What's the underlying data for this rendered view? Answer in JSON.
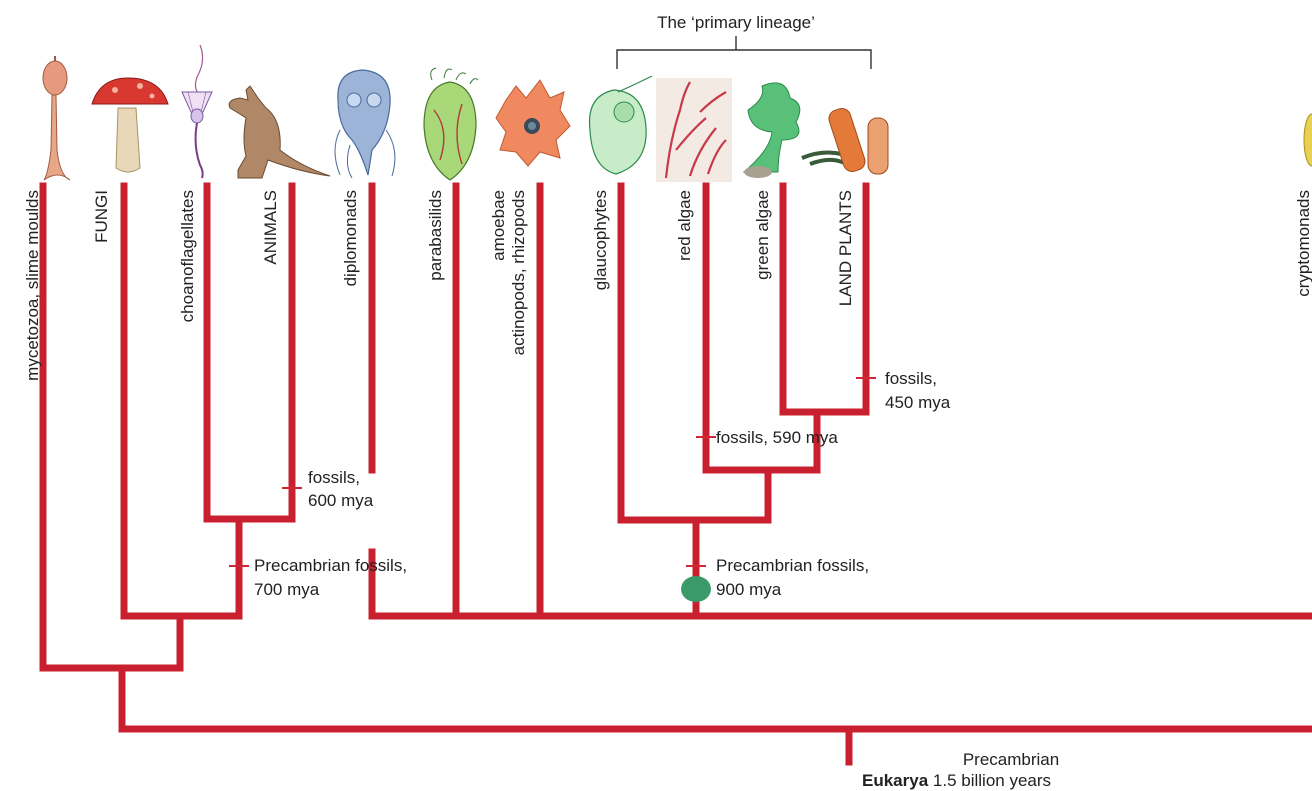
{
  "bracket_label": "The ‘primary lineage’",
  "taxa": {
    "mycetozoa": "mycetozoa, slime moulds",
    "fungi": "FUNGI",
    "choanoflagellates": "choanoflagellates",
    "animals": "ANIMALS",
    "diplomonads": "diplomonads",
    "parabasilids": "parabasilids",
    "amoebae_1": "amoebae",
    "amoebae_2": "actinopods, rhizopods",
    "glaucophytes": "glaucophytes",
    "red_algae": "red algae",
    "green_algae": "green algae",
    "land_plants": "LAND PLANTS",
    "cryptomonads_partial": "cryptomonads"
  },
  "fossil_notes": {
    "animals_1": "fossils,",
    "animals_2": "600 mya",
    "precambrian_700_1": "Precambrian fossils,",
    "precambrian_700_2": "700 mya",
    "precambrian_900_1": "Precambrian fossils,",
    "precambrian_900_2": "900 mya",
    "red_algae": "fossils, 590 mya",
    "land_plants_1": "fossils,",
    "land_plants_2": "450 mya"
  },
  "root": {
    "line1": "Precambrian",
    "label_bold": "Eukarya",
    "label_rest": " 1.5 billion years"
  },
  "colors": {
    "branch": "#c8202e",
    "endosymbiosis_marker": "#3a9a6a"
  }
}
